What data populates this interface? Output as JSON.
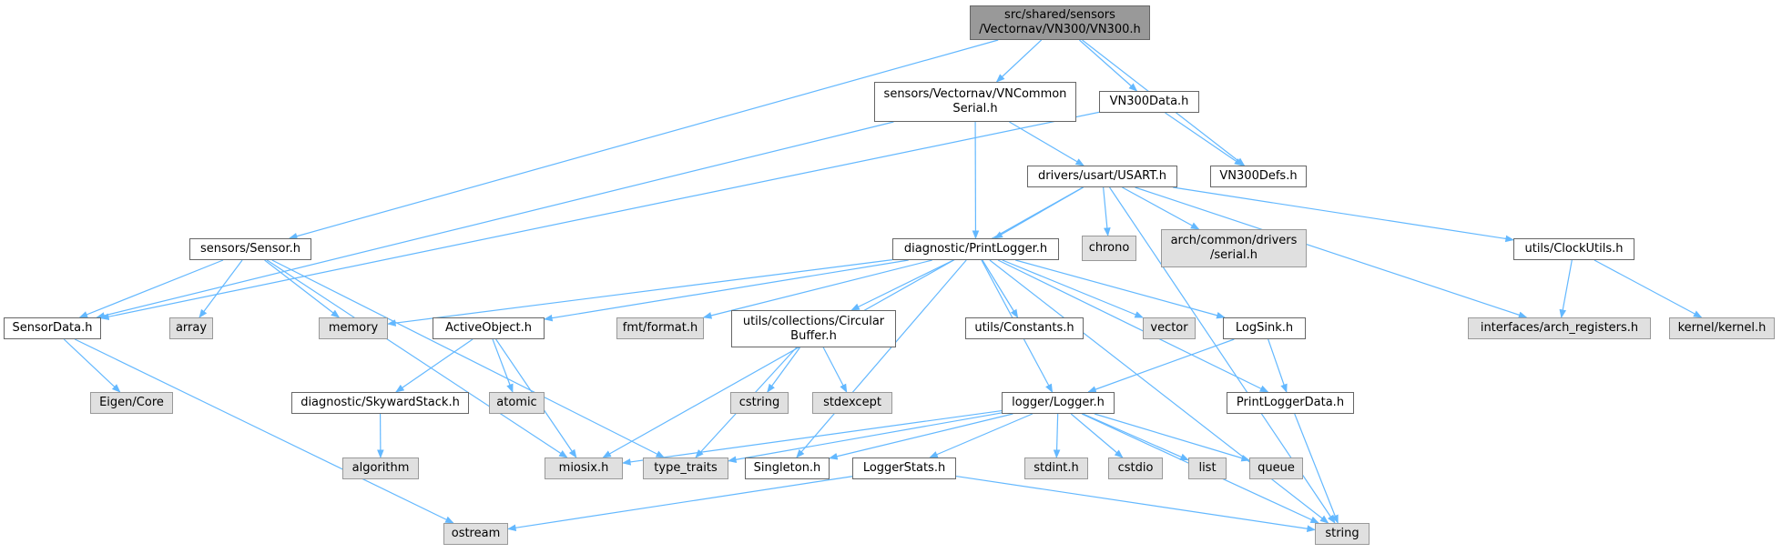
{
  "colors": {
    "edge": "#63b8ff",
    "root_fill": "#999999",
    "header_fill": "#ffffff",
    "system_fill": "#e0e0e0",
    "border": "#666666"
  },
  "nodes": [
    {
      "id": "n0",
      "label": "src/shared/sensors\n/Vectornav/VN300/VN300.h",
      "kind": "root"
    },
    {
      "id": "n1",
      "label": "sensors/Vectornav/VNCommon\nSerial.h",
      "kind": "header"
    },
    {
      "id": "n2",
      "label": "VN300Data.h",
      "kind": "header"
    },
    {
      "id": "n3",
      "label": "VN300Defs.h",
      "kind": "header"
    },
    {
      "id": "n4",
      "label": "drivers/usart/USART.h",
      "kind": "header"
    },
    {
      "id": "n5",
      "label": "sensors/Sensor.h",
      "kind": "header"
    },
    {
      "id": "n6",
      "label": "diagnostic/PrintLogger.h",
      "kind": "header"
    },
    {
      "id": "n7",
      "label": "chrono",
      "kind": "system"
    },
    {
      "id": "n8",
      "label": "arch/common/drivers\n/serial.h",
      "kind": "system"
    },
    {
      "id": "n9",
      "label": "utils/ClockUtils.h",
      "kind": "header"
    },
    {
      "id": "n10",
      "label": "SensorData.h",
      "kind": "header"
    },
    {
      "id": "n11",
      "label": "array",
      "kind": "system"
    },
    {
      "id": "n12",
      "label": "memory",
      "kind": "system"
    },
    {
      "id": "n13",
      "label": "ActiveObject.h",
      "kind": "header"
    },
    {
      "id": "n14",
      "label": "fmt/format.h",
      "kind": "system"
    },
    {
      "id": "n15",
      "label": "utils/collections/Circular\nBuffer.h",
      "kind": "header"
    },
    {
      "id": "n16",
      "label": "utils/Constants.h",
      "kind": "header"
    },
    {
      "id": "n17",
      "label": "vector",
      "kind": "system"
    },
    {
      "id": "n18",
      "label": "LogSink.h",
      "kind": "header"
    },
    {
      "id": "n19",
      "label": "interfaces/arch_registers.h",
      "kind": "system"
    },
    {
      "id": "n20",
      "label": "kernel/kernel.h",
      "kind": "system"
    },
    {
      "id": "n21",
      "label": "Eigen/Core",
      "kind": "system"
    },
    {
      "id": "n22",
      "label": "diagnostic/SkywardStack.h",
      "kind": "header"
    },
    {
      "id": "n23",
      "label": "atomic",
      "kind": "system"
    },
    {
      "id": "n24",
      "label": "cstring",
      "kind": "system"
    },
    {
      "id": "n25",
      "label": "stdexcept",
      "kind": "system"
    },
    {
      "id": "n26",
      "label": "logger/Logger.h",
      "kind": "header"
    },
    {
      "id": "n27",
      "label": "PrintLoggerData.h",
      "kind": "header"
    },
    {
      "id": "n28",
      "label": "algorithm",
      "kind": "system"
    },
    {
      "id": "n29",
      "label": "miosix.h",
      "kind": "system"
    },
    {
      "id": "n30",
      "label": "type_traits",
      "kind": "system"
    },
    {
      "id": "n31",
      "label": "Singleton.h",
      "kind": "header"
    },
    {
      "id": "n32",
      "label": "LoggerStats.h",
      "kind": "header"
    },
    {
      "id": "n33",
      "label": "stdint.h",
      "kind": "system"
    },
    {
      "id": "n34",
      "label": "cstdio",
      "kind": "system"
    },
    {
      "id": "n35",
      "label": "list",
      "kind": "system"
    },
    {
      "id": "n36",
      "label": "queue",
      "kind": "system"
    },
    {
      "id": "n37",
      "label": "ostream",
      "kind": "system"
    },
    {
      "id": "n38",
      "label": "string",
      "kind": "system"
    }
  ],
  "edges": [
    [
      "n0",
      "n1"
    ],
    [
      "n0",
      "n2"
    ],
    [
      "n0",
      "n3"
    ],
    [
      "n0",
      "n5"
    ],
    [
      "n1",
      "n10"
    ],
    [
      "n1",
      "n6"
    ],
    [
      "n1",
      "n4"
    ],
    [
      "n2",
      "n10"
    ],
    [
      "n2",
      "n3"
    ],
    [
      "n4",
      "n6"
    ],
    [
      "n4",
      "n7"
    ],
    [
      "n4",
      "n8"
    ],
    [
      "n4",
      "n9"
    ],
    [
      "n4",
      "n19"
    ],
    [
      "n4",
      "n29"
    ],
    [
      "n4",
      "n38"
    ],
    [
      "n9",
      "n19"
    ],
    [
      "n9",
      "n20"
    ],
    [
      "n5",
      "n10"
    ],
    [
      "n5",
      "n11"
    ],
    [
      "n5",
      "n12"
    ],
    [
      "n5",
      "n29"
    ],
    [
      "n5",
      "n30"
    ],
    [
      "n10",
      "n21"
    ],
    [
      "n10",
      "n37"
    ],
    [
      "n6",
      "n12"
    ],
    [
      "n6",
      "n13"
    ],
    [
      "n6",
      "n14"
    ],
    [
      "n6",
      "n15"
    ],
    [
      "n6",
      "n16"
    ],
    [
      "n6",
      "n17"
    ],
    [
      "n6",
      "n18"
    ],
    [
      "n6",
      "n26"
    ],
    [
      "n6",
      "n27"
    ],
    [
      "n6",
      "n31"
    ],
    [
      "n6",
      "n38"
    ],
    [
      "n13",
      "n22"
    ],
    [
      "n13",
      "n23"
    ],
    [
      "n13",
      "n29"
    ],
    [
      "n22",
      "n28"
    ],
    [
      "n15",
      "n24"
    ],
    [
      "n15",
      "n25"
    ],
    [
      "n15",
      "n30"
    ],
    [
      "n18",
      "n26"
    ],
    [
      "n18",
      "n27"
    ],
    [
      "n27",
      "n38"
    ],
    [
      "n26",
      "n29"
    ],
    [
      "n26",
      "n30"
    ],
    [
      "n26",
      "n31"
    ],
    [
      "n26",
      "n32"
    ],
    [
      "n26",
      "n33"
    ],
    [
      "n26",
      "n34"
    ],
    [
      "n26",
      "n35"
    ],
    [
      "n26",
      "n36"
    ],
    [
      "n26",
      "n38"
    ],
    [
      "n32",
      "n37"
    ],
    [
      "n32",
      "n38"
    ]
  ]
}
